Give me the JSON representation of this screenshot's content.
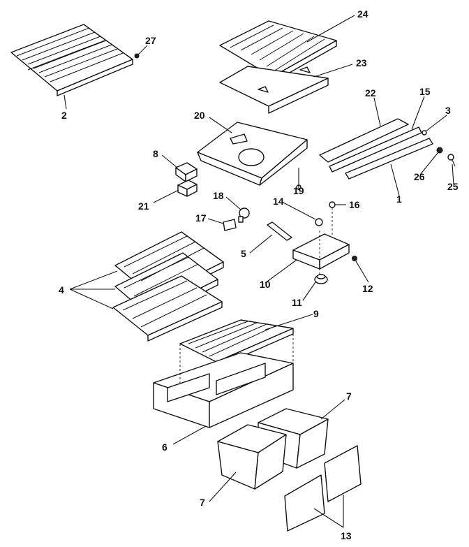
{
  "diagram": {
    "callouts": [
      {
        "id": "c2",
        "text": "2"
      },
      {
        "id": "c27",
        "text": "27"
      },
      {
        "id": "c24",
        "text": "24"
      },
      {
        "id": "c23",
        "text": "23"
      },
      {
        "id": "c22",
        "text": "22"
      },
      {
        "id": "c15",
        "text": "15"
      },
      {
        "id": "c3",
        "text": "3"
      },
      {
        "id": "c20",
        "text": "20"
      },
      {
        "id": "c8",
        "text": "8"
      },
      {
        "id": "c21",
        "text": "21"
      },
      {
        "id": "c19",
        "text": "19"
      },
      {
        "id": "c26",
        "text": "26"
      },
      {
        "id": "c25",
        "text": "25"
      },
      {
        "id": "c1",
        "text": "1"
      },
      {
        "id": "c18",
        "text": "18"
      },
      {
        "id": "c14",
        "text": "14"
      },
      {
        "id": "c16",
        "text": "16"
      },
      {
        "id": "c17",
        "text": "17"
      },
      {
        "id": "c5",
        "text": "5"
      },
      {
        "id": "c4",
        "text": "4"
      },
      {
        "id": "c10",
        "text": "10"
      },
      {
        "id": "c12",
        "text": "12"
      },
      {
        "id": "c11",
        "text": "11"
      },
      {
        "id": "c9",
        "text": "9"
      },
      {
        "id": "c6",
        "text": "6"
      },
      {
        "id": "c7a",
        "text": "7"
      },
      {
        "id": "c7b",
        "text": "7"
      },
      {
        "id": "c13",
        "text": "13"
      }
    ]
  }
}
